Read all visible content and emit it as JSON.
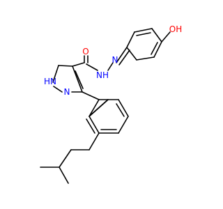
{
  "colors": {
    "bond": "#000000",
    "oxygen": "#ff0000",
    "nitrogen": "#0000ff",
    "background": "#ffffff"
  },
  "labels": {
    "carbonyl_oxygen": "O",
    "hydroxyl": "OH",
    "amide_nh": "NH",
    "hydrazone_n": "N",
    "pyrazole_nh": "HN",
    "pyrazole_n": "N"
  }
}
